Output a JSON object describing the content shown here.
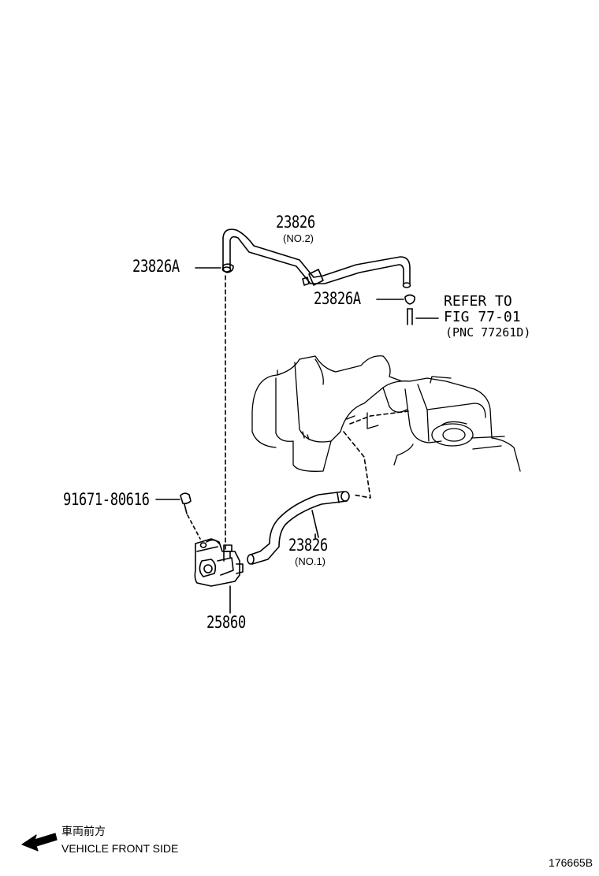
{
  "labels": {
    "hose_no2_part": "23826",
    "hose_no2_sub": "(NO.2)",
    "clamp_left": "23826A",
    "clamp_right": "23826A",
    "refer_line1": "REFER TO",
    "refer_line2": "FIG 77-01",
    "refer_line3": "(PNC 77261D)",
    "bolt_part": "91671-80616",
    "hose_no1_part": "23826",
    "hose_no1_sub": "(NO.1)",
    "valve_part": "25860"
  },
  "legend": {
    "japanese": "車両前方",
    "english": "VEHICLE FRONT SIDE",
    "arrow_icon": "front-direction-arrow-icon"
  },
  "figure_id": "176665B"
}
